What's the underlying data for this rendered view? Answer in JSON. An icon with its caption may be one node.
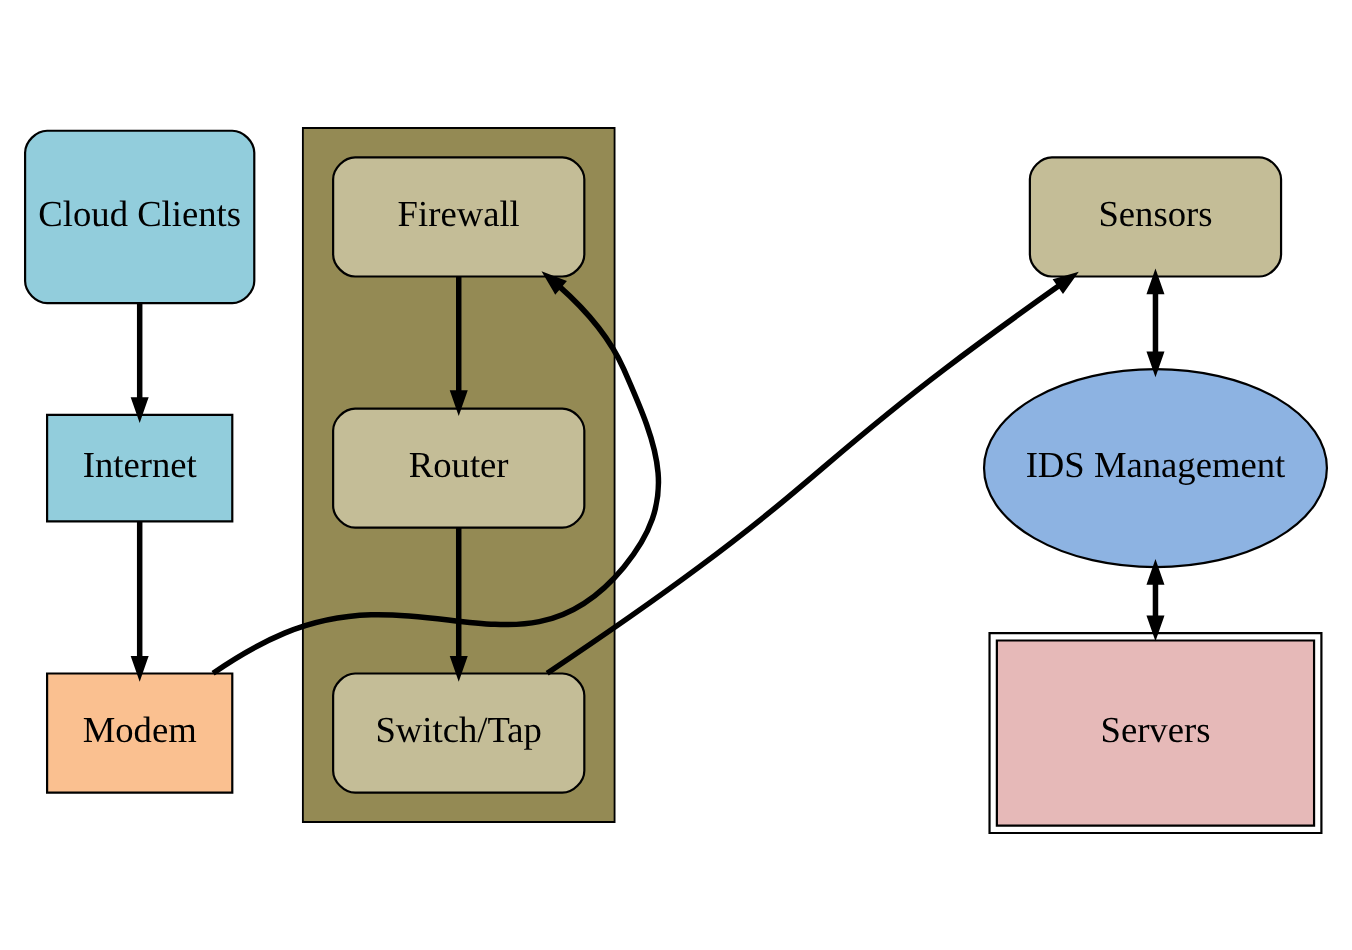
{
  "diagram": {
    "nodes": [
      {
        "text": [
          "Cloud Clients"
        ]
      },
      {
        "text": [
          "Internet"
        ]
      },
      {
        "text": [
          "Modem"
        ]
      },
      {
        "text": [],
        "shape": "box"
      },
      {
        "text": [
          "Firewall"
        ],
        "in": 3
      },
      {
        "text": [
          "Router"
        ],
        "in": 3
      },
      {
        "text": [
          "Switch/Tap"
        ],
        "in": 3
      },
      {
        "text": [
          "Sensors"
        ]
      },
      {
        "text": [
          "IDS Management"
        ]
      },
      {
        "text": [
          "Servers"
        ]
      }
    ],
    "edges": [
      {
        "from": 0,
        "to": 1,
        "arrow": "to"
      },
      {
        "from": 1,
        "to": 2,
        "arrow": "to"
      },
      {
        "from": 2,
        "to": 4,
        "arrow": "to"
      },
      {
        "from": 4,
        "to": 5,
        "arrow": "to"
      },
      {
        "from": 5,
        "to": 6,
        "arrow": "to"
      },
      {
        "from": 6,
        "to": 7,
        "arrow": "to"
      },
      {
        "from": 7,
        "to": 8,
        "arrow": "both"
      },
      {
        "from": 8,
        "to": 9,
        "arrow": "both"
      }
    ]
  }
}
